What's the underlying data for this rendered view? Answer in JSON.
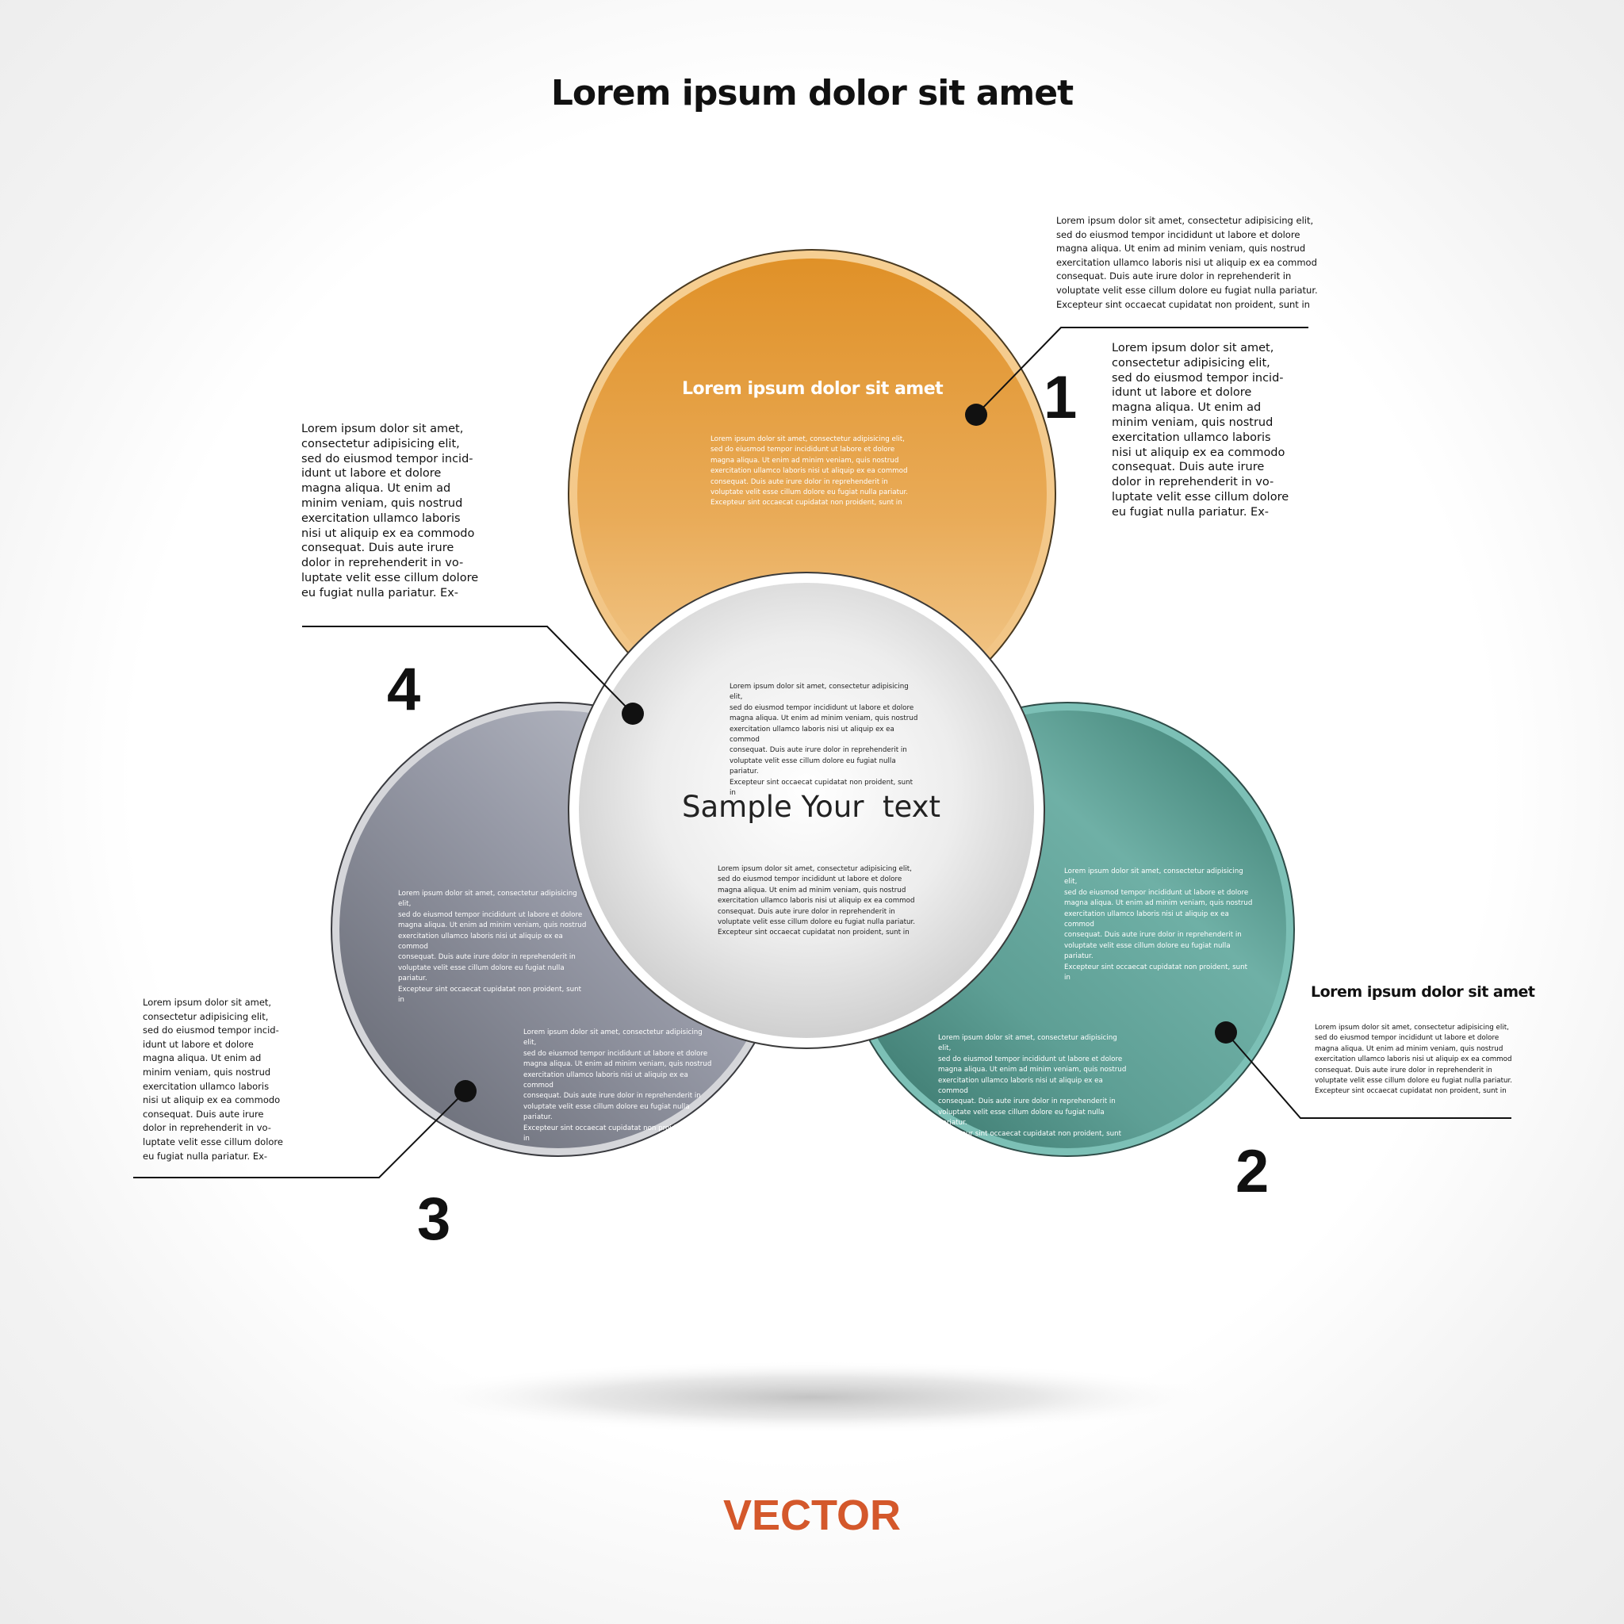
{
  "title": "Lorem ipsum dolor sit amet",
  "footer": "VECTOR",
  "colors": {
    "orange": "#e8a23c",
    "teal": "#5e9f95",
    "gray": "#8c8f9c",
    "center": "#e6e6e6",
    "vector_text": "#d4582b"
  },
  "center_label": "Sample Your  text",
  "numbers": {
    "n1": "1",
    "n2": "2",
    "n3": "3",
    "n4": "4"
  },
  "orange_circle": {
    "title": "Lorem ipsum dolor sit amet",
    "text": "Lorem ipsum dolor sit amet, consectetur adipisicing elit,\nsed do eiusmod tempor incididunt ut labore et dolore\nmagna aliqua. Ut enim ad minim veniam, quis nostrud\nexercitation ullamco laboris nisi ut aliquip ex ea commod\nconsequat. Duis aute irure dolor in reprehenderit in\nvoluptate velit esse cillum dolore eu fugiat nulla pariatur.\nExcepteur sint occaecat cupidatat non proident, sunt in"
  },
  "center_circle": {
    "text_top": "Lorem ipsum dolor sit amet, consectetur adipisicing elit,\nsed do eiusmod tempor incididunt ut labore et dolore\nmagna aliqua. Ut enim ad minim veniam, quis nostrud\nexercitation ullamco laboris nisi ut aliquip ex ea commod\nconsequat. Duis aute irure dolor in reprehenderit in\nvoluptate velit esse cillum dolore eu fugiat nulla pariatur.\nExcepteur sint occaecat cupidatat non proident, sunt in",
    "text_bottom": "Lorem ipsum dolor sit amet, consectetur adipisicing elit,\nsed do eiusmod tempor incididunt ut labore et dolore\nmagna aliqua. Ut enim ad minim veniam, quis nostrud\nexercitation ullamco laboris nisi ut aliquip ex ea commod\nconsequat. Duis aute irure dolor in reprehenderit in\nvoluptate velit esse cillum dolore eu fugiat nulla pariatur.\nExcepteur sint occaecat cupidatat non proident, sunt in"
  },
  "teal_circle": {
    "text_top": "Lorem ipsum dolor sit amet, consectetur adipisicing elit,\nsed do eiusmod tempor incididunt ut labore et dolore\nmagna aliqua. Ut enim ad minim veniam, quis nostrud\nexercitation ullamco laboris nisi ut aliquip ex ea commod\nconsequat. Duis aute irure dolor in reprehenderit in\nvoluptate velit esse cillum dolore eu fugiat nulla pariatur.\nExcepteur sint occaecat cupidatat non proident, sunt in",
    "text_bottom": "Lorem ipsum dolor sit amet, consectetur adipisicing elit,\nsed do eiusmod tempor incididunt ut labore et dolore\nmagna aliqua. Ut enim ad minim veniam, quis nostrud\nexercitation ullamco laboris nisi ut aliquip ex ea commod\nconsequat. Duis aute irure dolor in reprehenderit in\nvoluptate velit esse cillum dolore eu fugiat nulla pariatur.\nExcepteur sint occaecat cupidatat non proident, sunt in"
  },
  "gray_circle": {
    "text_top": "Lorem ipsum dolor sit amet, consectetur adipisicing elit,\nsed do eiusmod tempor incididunt ut labore et dolore\nmagna aliqua. Ut enim ad minim veniam, quis nostrud\nexercitation ullamco laboris nisi ut aliquip ex ea commod\nconsequat. Duis aute irure dolor in reprehenderit in\nvoluptate velit esse cillum dolore eu fugiat nulla pariatur.\nExcepteur sint occaecat cupidatat non proident, sunt in",
    "text_bottom": "Lorem ipsum dolor sit amet, consectetur adipisicing elit,\nsed do eiusmod tempor incididunt ut labore et dolore\nmagna aliqua. Ut enim ad minim veniam, quis nostrud\nexercitation ullamco laboris nisi ut aliquip ex ea commod\nconsequat. Duis aute irure dolor in reprehenderit in\nvoluptate velit esse cillum dolore eu fugiat nulla pariatur.\nExcepteur sint occaecat cupidatat non proident, sunt in"
  },
  "callout_1": {
    "text_wide": "Lorem ipsum dolor sit amet, consectetur adipisicing elit,\nsed do eiusmod tempor incididunt ut labore et dolore\nmagna aliqua. Ut enim ad minim veniam, quis nostrud\nexercitation ullamco laboris nisi ut aliquip ex ea commod\nconsequat. Duis aute irure dolor in reprehenderit in\nvoluptate velit esse cillum dolore eu fugiat nulla pariatur.\nExcepteur sint occaecat cupidatat non proident, sunt in",
    "text_narrow": "Lorem ipsum dolor sit amet,\nconsectetur adipisicing elit,\nsed do eiusmod tempor incid-\nidunt ut labore et dolore\nmagna aliqua. Ut enim ad\nminim veniam, quis nostrud\nexercitation ullamco laboris\nnisi ut aliquip ex ea commodo\nconsequat. Duis aute irure\ndolor in reprehenderit in vo-\nluptate velit esse cillum dolore\neu fugiat nulla pariatur. Ex-"
  },
  "callout_2": {
    "title": "Lorem ipsum dolor sit amet",
    "text": "Lorem ipsum dolor sit amet, consectetur adipisicing elit,\nsed do eiusmod tempor incididunt ut labore et dolore\nmagna aliqua. Ut enim ad minim veniam, quis nostrud\nexercitation ullamco laboris nisi ut aliquip ex ea commod\nconsequat. Duis aute irure dolor in reprehenderit in\nvoluptate velit esse cillum dolore eu fugiat nulla pariatur.\nExcepteur sint occaecat cupidatat non proident, sunt in"
  },
  "callout_3": {
    "text": "Lorem ipsum dolor sit amet,\nconsectetur adipisicing elit,\nsed do eiusmod tempor incid-\nidunt ut labore et dolore\nmagna aliqua. Ut enim ad\nminim veniam, quis nostrud\nexercitation ullamco laboris\nnisi ut aliquip ex ea commodo\nconsequat. Duis aute irure\ndolor in reprehenderit in vo-\nluptate velit esse cillum dolore\neu fugiat nulla pariatur. Ex-"
  },
  "callout_4": {
    "text": "Lorem ipsum dolor sit amet,\nconsectetur adipisicing elit,\nsed do eiusmod tempor incid-\nidunt ut labore et dolore\nmagna aliqua. Ut enim ad\nminim veniam, quis nostrud\nexercitation ullamco laboris\nnisi ut aliquip ex ea commodo\nconsequat. Duis aute irure\ndolor in reprehenderit in vo-\nluptate velit esse cillum dolore\neu fugiat nulla pariatur. Ex-"
  }
}
